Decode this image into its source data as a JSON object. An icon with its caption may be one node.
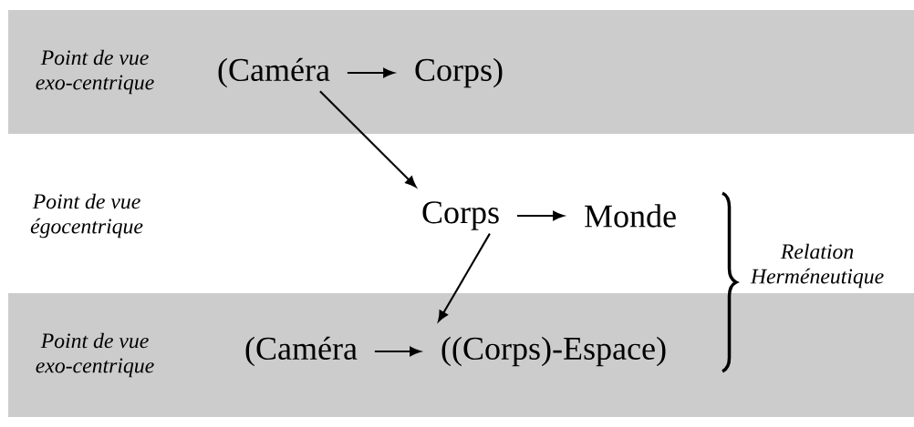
{
  "diagram": {
    "nodes": [
      {
        "text": [
          "Point de vue exo-centrique"
        ]
      },
      {
        "text": [
          "(Caméra"
        ],
        "in": 0
      },
      {
        "text": [
          "Corps)"
        ],
        "in": 0
      },
      {
        "text": [
          "Corps"
        ]
      },
      {
        "text": [
          "Monde"
        ]
      },
      {
        "text": [
          "Point de vue exo-centrique"
        ]
      },
      {
        "text": [
          "(Caméra"
        ],
        "in": 5
      },
      {
        "text": [
          "((Corps)-Espace)"
        ],
        "in": 5
      }
    ],
    "edges": [
      {
        "from": 1,
        "to": 2,
        "arrow": "to"
      },
      {
        "from": 1,
        "to": 3,
        "arrow": "to"
      },
      {
        "from": 3,
        "to": 4,
        "arrow": "to"
      },
      {
        "from": 3,
        "to": 7,
        "arrow": "to"
      },
      {
        "from": 6,
        "to": 7,
        "arrow": "to"
      }
    ],
    "labels": [
      "Point de vue égocentrique",
      "Relation Herméneutique"
    ]
  }
}
